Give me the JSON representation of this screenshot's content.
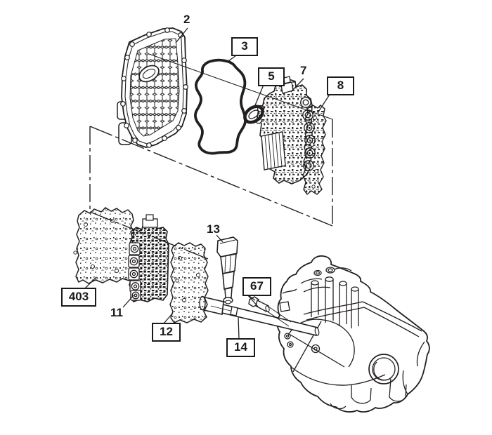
{
  "figure": {
    "type": "exploded-parts-diagram",
    "background": "#ffffff",
    "line_color": "#231f20"
  },
  "callouts": [
    {
      "text": "2",
      "boxed": false
    },
    {
      "text": "3",
      "boxed": true
    },
    {
      "text": "5",
      "boxed": true
    },
    {
      "text": "7",
      "boxed": false
    },
    {
      "text": "8",
      "boxed": true
    },
    {
      "text": "13",
      "boxed": false
    },
    {
      "text": "67",
      "boxed": true
    },
    {
      "text": "14",
      "boxed": true
    },
    {
      "text": "403",
      "boxed": true
    },
    {
      "text": "11",
      "boxed": false
    },
    {
      "text": "12",
      "boxed": true
    }
  ]
}
